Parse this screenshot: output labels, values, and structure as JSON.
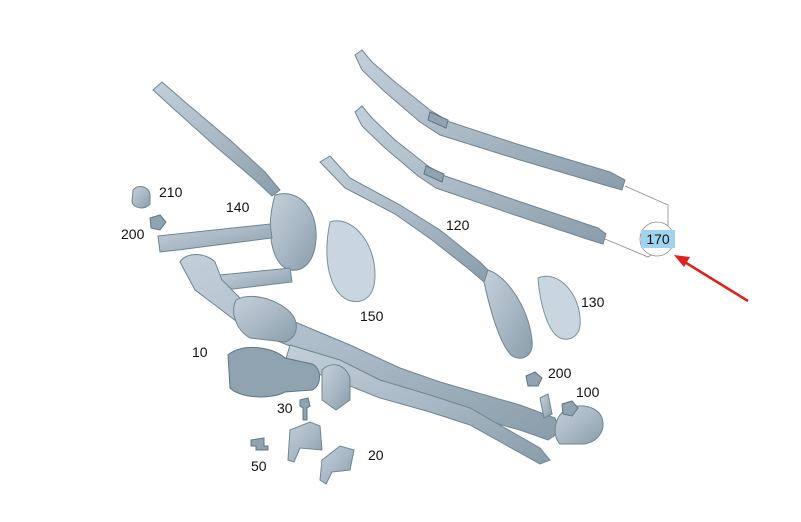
{
  "diagram": {
    "callouts": [
      {
        "id": "10",
        "text": "10"
      },
      {
        "id": "20",
        "text": "20"
      },
      {
        "id": "30",
        "text": "30"
      },
      {
        "id": "50",
        "text": "50"
      },
      {
        "id": "100",
        "text": "100"
      },
      {
        "id": "120",
        "text": "120"
      },
      {
        "id": "130",
        "text": "130"
      },
      {
        "id": "140",
        "text": "140"
      },
      {
        "id": "150",
        "text": "150"
      },
      {
        "id": "170",
        "text": "170"
      },
      {
        "id": "200a",
        "text": "200"
      },
      {
        "id": "200b",
        "text": "200"
      },
      {
        "id": "210",
        "text": "210"
      }
    ],
    "highlighted": "170",
    "colors": {
      "part_fill": "#aab9c5",
      "highlight_fill": "#9fd3ef",
      "arrow": "#e0201b"
    }
  }
}
